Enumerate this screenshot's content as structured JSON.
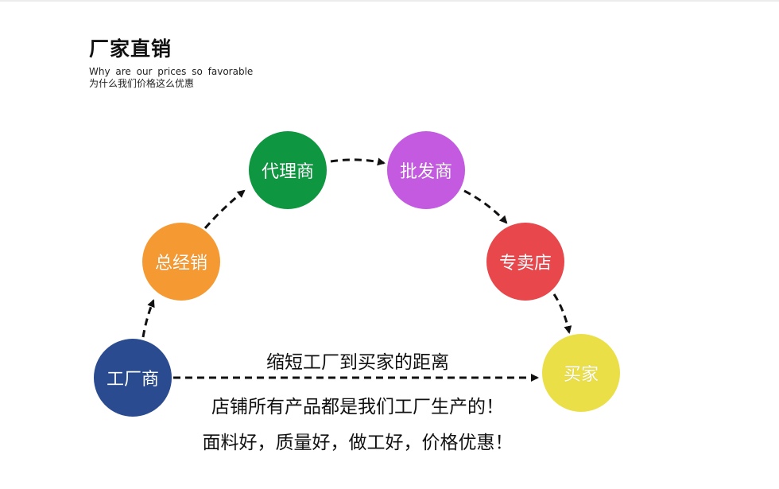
{
  "header": {
    "title": "厂家直销",
    "subtitle_en": "Why are our prices so favorable",
    "subtitle_cn": "为什么我们价格这么优惠"
  },
  "nodes": [
    {
      "id": "factory",
      "label": "工厂商",
      "color": "#2a4b8f"
    },
    {
      "id": "distributor",
      "label": "总经销",
      "color": "#f59a33"
    },
    {
      "id": "agent",
      "label": "代理商",
      "color": "#0e9640"
    },
    {
      "id": "wholesaler",
      "label": "批发商",
      "color": "#c35ae0"
    },
    {
      "id": "store",
      "label": "专卖店",
      "color": "#e8474c"
    },
    {
      "id": "buyer",
      "label": "买家",
      "color": "#eadf46"
    }
  ],
  "captions": {
    "line1": "缩短工厂到买家的距离",
    "line2": "店铺所有产品都是我们工厂生产的！",
    "line3": "面料好，质量好，做工好，价格优惠！"
  }
}
